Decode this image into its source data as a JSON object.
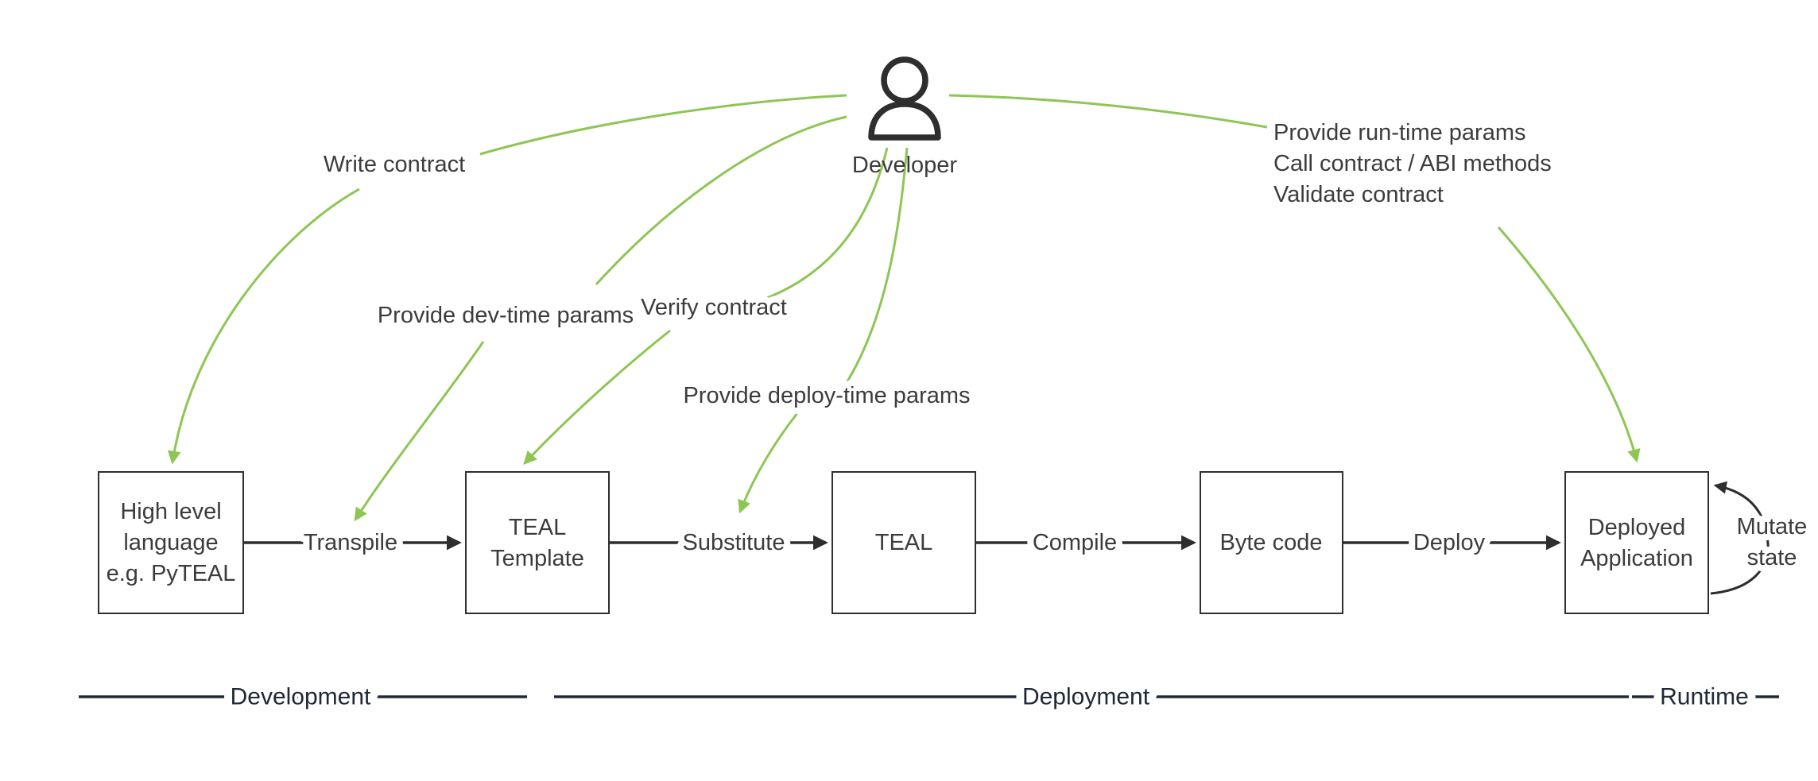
{
  "actor": {
    "label": "Developer"
  },
  "actions": {
    "write_contract": "Write contract",
    "dev_time": "Provide dev-time params",
    "verify": "Verify contract",
    "deploy_time": "Provide deploy-time params",
    "runtime_lines": [
      "Provide run-time params",
      "Call contract / ABI methods",
      "Validate contract"
    ]
  },
  "nodes": [
    {
      "id": "high-level-language",
      "lines": [
        "High level",
        "language",
        "e.g. PyTEAL"
      ]
    },
    {
      "id": "teal-template",
      "lines": [
        "TEAL",
        "Template"
      ]
    },
    {
      "id": "teal",
      "lines": [
        "TEAL"
      ]
    },
    {
      "id": "byte-code",
      "lines": [
        "Byte code"
      ]
    },
    {
      "id": "deployed-application",
      "lines": [
        "Deployed",
        "Application"
      ]
    }
  ],
  "flows": [
    "Transpile",
    "Substitute",
    "Compile",
    "Deploy"
  ],
  "loop": {
    "lines": [
      "Mutate",
      "state"
    ]
  },
  "phases": [
    "Development",
    "Deployment",
    "Runtime"
  ],
  "colors": {
    "green": "#8dc653",
    "ink": "#2e2e2e",
    "text": "#3c3c3c",
    "navy": "#202938"
  }
}
